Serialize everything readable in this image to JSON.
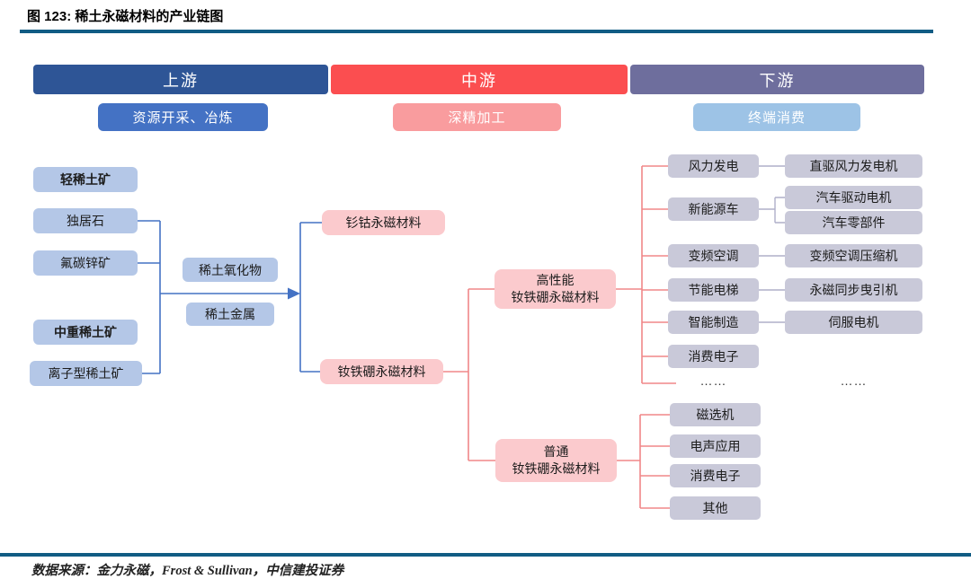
{
  "figure": {
    "title": "图 123: 稀土永磁材料的产业链图",
    "source": "数据来源：金力永磁，Frost & Sullivan，中信建投证券"
  },
  "colors": {
    "rule": "#115C84",
    "upstream_bar": "#2E5596",
    "midstream_bar": "#FB4E50",
    "downstream_bar": "#6E6E9D",
    "upstream_sub": "#4472C4",
    "midstream_sub": "#F99C9E",
    "downstream_sub": "#9DC3E6",
    "blue_box": "#B4C7E7",
    "pink_box": "#FBCACD",
    "gray_box": "#C9C9D9",
    "blue_line": "#4472C4",
    "pink_line": "#F08788",
    "gray_line": "#AFAFC9",
    "text": "#1C1C1C"
  },
  "stages": {
    "upstream": "上游",
    "midstream": "中游",
    "downstream": "下游",
    "upstream_sub": "资源开采、冶炼",
    "midstream_sub": "深精加工",
    "downstream_sub": "终端消费"
  },
  "upstream": {
    "light_rare_label": "轻稀土矿",
    "monazite": "独居石",
    "bastnaesite": "氟碳锌矿",
    "heavy_rare_label": "中重稀土矿",
    "ionic": "离子型稀土矿",
    "oxide": "稀土氧化物",
    "metal": "稀土金属"
  },
  "midstream": {
    "smco": "钐钴永磁材料",
    "ndfeb": "钕铁硼永磁材料",
    "high_performance": [
      "高性能",
      "钕铁硼永磁材料"
    ],
    "ordinary": [
      "普通",
      "钕铁硼永磁材料"
    ]
  },
  "downstream": {
    "high_applications": [
      {
        "app": "风力发电",
        "products": [
          "直驱风力发电机"
        ]
      },
      {
        "app": "新能源车",
        "products": [
          "汽车驱动电机",
          "汽车零部件"
        ]
      },
      {
        "app": "变频空调",
        "products": [
          "变频空调压缩机"
        ]
      },
      {
        "app": "节能电梯",
        "products": [
          "永磁同步曳引机"
        ]
      },
      {
        "app": "智能制造",
        "products": [
          "伺服电机"
        ]
      },
      {
        "app": "消费电子",
        "products": []
      }
    ],
    "dots_left": "……",
    "dots_right": "……",
    "ordinary_applications": [
      "磁选机",
      "电声应用",
      "消费电子",
      "其他"
    ]
  }
}
